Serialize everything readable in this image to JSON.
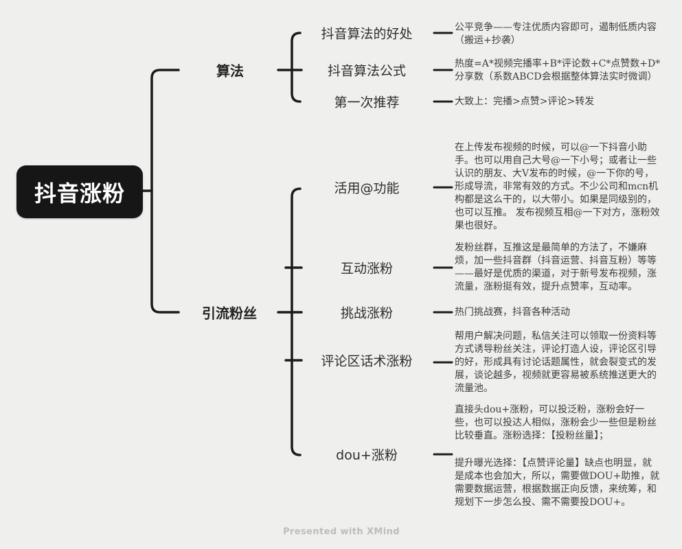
{
  "root": {
    "label": "抖音涨粉"
  },
  "branches": [
    {
      "label": "算法",
      "children": [
        {
          "label": "抖音算法的好处",
          "note": "公平竞争——专注优质内容即可，遏制低质内容（搬运+抄袭）"
        },
        {
          "label": "抖音算法公式",
          "note": "热度=A*视频完播率+B*评论数+C*点赞数+D*分享数（系数ABCD会根据整体算法实时微调）"
        },
        {
          "label": "第一次推荐",
          "note": "大致上：完播>点赞>评论>转发"
        }
      ]
    },
    {
      "label": "引流粉丝",
      "children": [
        {
          "label": "活用@功能",
          "note": "在上传发布视频的时候，可以@一下抖音小助手。也可以用自己大号@一下小号；或者让一些认识的朋友、大V发布的时候，@一下你的号，形成导流，非常有效的方式。不少公司和mcn机构都是这么干的，以大带小。如果是同级别的，也可以互推。 发布视频互相@一下对方，涨粉效果也很好。"
        },
        {
          "label": "互动涨粉",
          "note": "发粉丝群，互推这是最简单的方法了，不嫌麻烦，加一些抖音群（抖音运营、抖音互粉）等等——最好是优质的渠道，对于新号发布视频，涨流量，涨粉挺有效，提升点赞率，互动率。"
        },
        {
          "label": "挑战涨粉",
          "note": "热门挑战赛，抖音各种活动"
        },
        {
          "label": "评论区话术涨粉",
          "note": "帮用户解决问题，私信关注可以领取一份资料等方式诱导粉丝关注，评论打造人设，评论区引导的好，形成具有讨论话题属性，就会裂变式的发展，谈论越多，视频就更容易被系统推送更大的流量池。"
        },
        {
          "label": "dou+涨粉",
          "note": "直接头dou+涨粉，可以投泛粉，涨粉会好一些，也可以投达人相似，涨粉会少一些但是粉丝比较垂直。涨粉选择：【投粉丝量】；",
          "note2": "提升曝光选择：【点赞评论量】缺点也明显，就是成本也会加大，所以，需要做DOU+助推，就需要数据运营，根据数据正向反馈，来统筹，和规划下一步怎么投、需不需要投DOU+。"
        }
      ]
    }
  ],
  "footer": {
    "watermark": "Presented with XMind"
  },
  "colors": {
    "background": "#efefed",
    "root_fill": "#161616",
    "root_text": "#ffffff",
    "line": "#1b1b1b",
    "topic_text": "#2d2d2d",
    "note_text": "#3c3c3c",
    "watermark_text": "#bcbcbc"
  }
}
